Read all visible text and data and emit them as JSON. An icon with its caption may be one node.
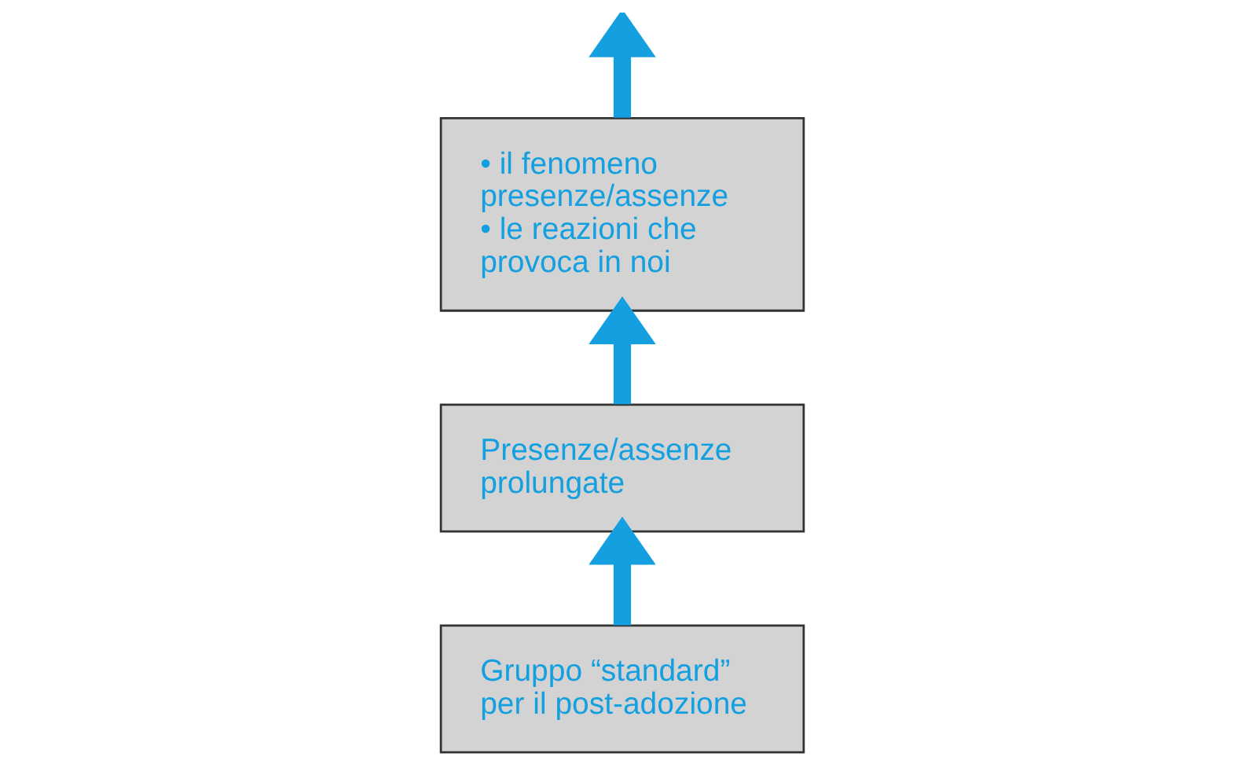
{
  "diagram": {
    "nodes": [
      {
        "text": [
          "• il fenomeno presenze/assenze",
          "• le reazioni che provoca in noi"
        ]
      },
      {
        "text": [
          "Gruppo “standard” per il post-adozione"
        ]
      },
      {
        "text": [
          "Presenze/assenze prolungate"
        ]
      }
    ],
    "edges": [
      {
        "from": 1,
        "to": 2,
        "arrow": "to"
      },
      {
        "from": 2,
        "to": 0,
        "arrow": "to"
      },
      {
        "from": 0,
        "to": null,
        "arrow": "to"
      }
    ]
  }
}
